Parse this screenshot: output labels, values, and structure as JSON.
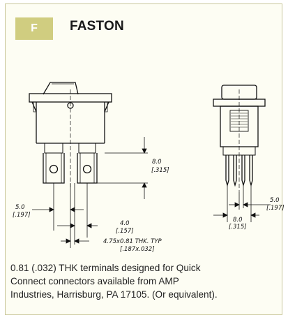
{
  "header": {
    "badge": "F",
    "title": "FASTON"
  },
  "dimensions": {
    "height_mm": "8.0",
    "height_in": "[.315]",
    "left_spacing_mm": "5.0",
    "left_spacing_in": "[.197]",
    "tab_width_mm": "4.0",
    "tab_width_in": "[.157]",
    "thk_mm": "4.75x0.81 THK. TYP",
    "thk_in": "[.187x.032]",
    "right_pitch_mm": "8.0",
    "right_pitch_in": "[.315]",
    "right_spacing_mm": "5.0",
    "right_spacing_in": "[.197]"
  },
  "note": {
    "lines": [
      "0.81 (.032) THK terminals designed for Quick",
      "Connect connectors available from AMP",
      "Industries, Harrisburg, PA  17105.  (Or equivalent)."
    ]
  }
}
